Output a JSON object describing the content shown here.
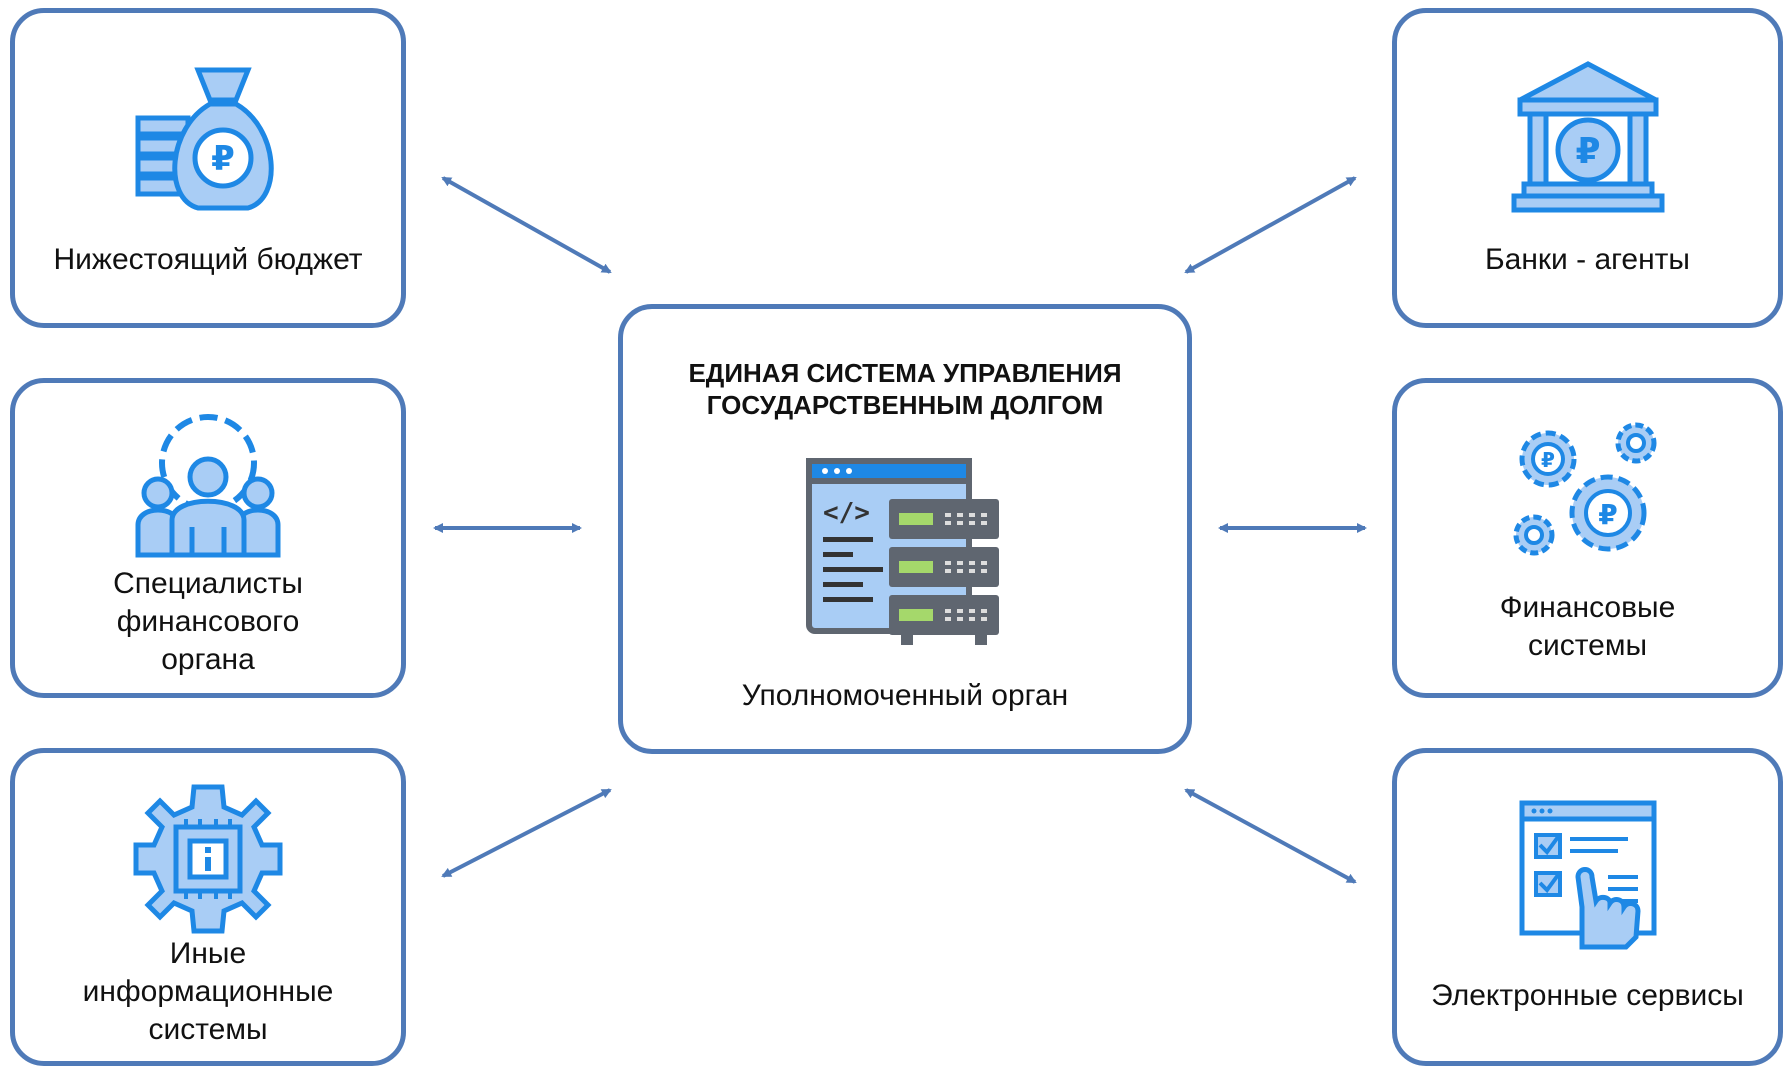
{
  "center": {
    "title": "ЕДИНАЯ СИСТЕМА УПРАВЛЕНИЯ\nГОСУДАРСТВЕННЫМ ДОЛГОМ",
    "label": "Уполномоченный орган",
    "icon": "server-code-icon"
  },
  "nodes": [
    {
      "label": "Нижестоящий бюджет",
      "icon": "money-bag-ruble-icon"
    },
    {
      "label": "Специалисты\nфинансового\nоргана",
      "icon": "team-gear-icon"
    },
    {
      "label": "Иные\nинформационные\nсистемы",
      "icon": "chip-gear-icon"
    },
    {
      "label": "Банки - агенты",
      "icon": "bank-ruble-icon"
    },
    {
      "label": "Финансовые\nсистемы",
      "icon": "gears-ruble-icon"
    },
    {
      "label": "Электронные сервисы",
      "icon": "checklist-hand-icon"
    }
  ],
  "colors": {
    "border": "#4f7ab8",
    "arrow": "#4f7ab8",
    "icon_fill": "#a9cdf5",
    "icon_stroke": "#1e88e5",
    "server_dark": "#5f6670",
    "server_accent": "#a5d86b"
  }
}
